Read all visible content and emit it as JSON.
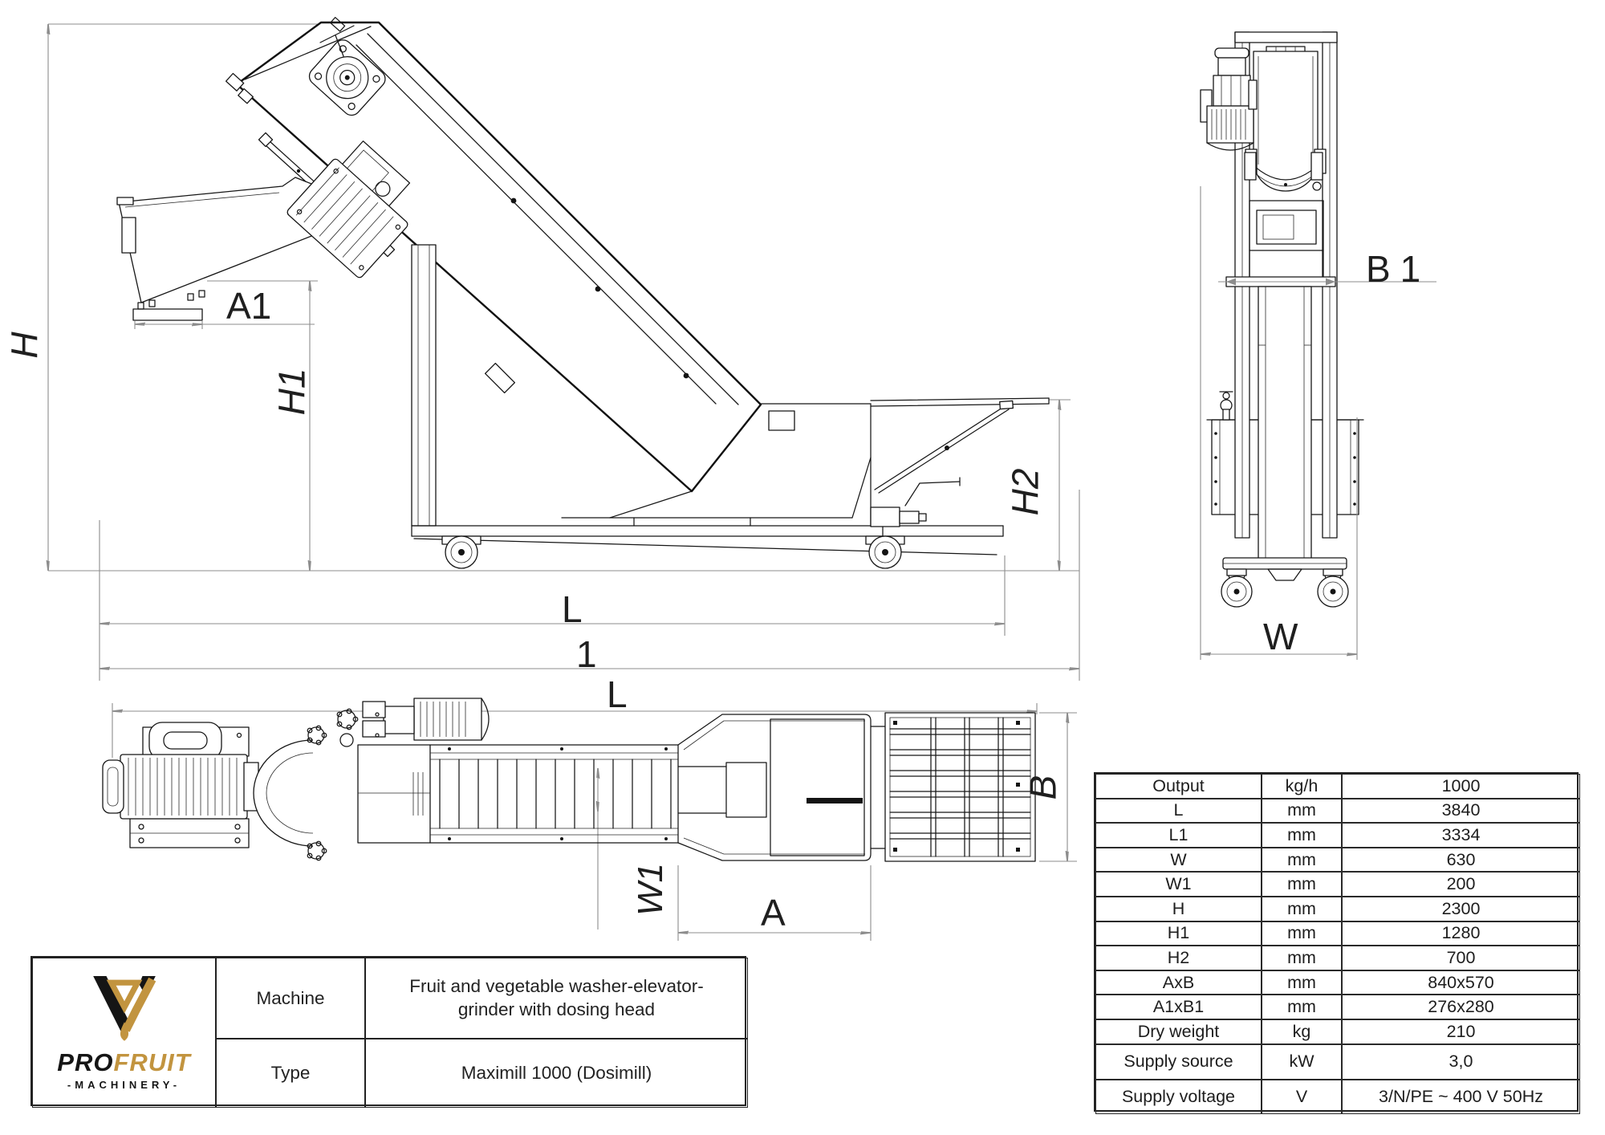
{
  "drawing": {
    "side_view": {
      "labels": {
        "h": "H",
        "a1": "A1",
        "h1": "H1",
        "h2": "H2",
        "l": "L",
        "l1": "1"
      }
    },
    "top_view": {
      "labels": {
        "l": "L",
        "b": "B",
        "w1": "W1",
        "a": "A"
      }
    },
    "front_view": {
      "labels": {
        "b1": "B1",
        "w": "W"
      }
    }
  },
  "logo": {
    "pro": "PRO",
    "fruit": "FRUIT",
    "machinery": "-MACHINERY-",
    "colors": {
      "gold": "#c2943f",
      "black": "#151515"
    }
  },
  "info_table": {
    "machine_label": "Machine",
    "machine_value": "Fruit and vegetable washer-elevator-grinder with dosing head",
    "type_label": "Type",
    "type_value": "Maximill 1000 (Dosimill)"
  },
  "spec_table": {
    "rows": [
      {
        "label": "Output",
        "unit": "kg/h",
        "value": "1000"
      },
      {
        "label": "L",
        "unit": "mm",
        "value": "3840"
      },
      {
        "label": "L1",
        "unit": "mm",
        "value": "3334"
      },
      {
        "label": "W",
        "unit": "mm",
        "value": "630"
      },
      {
        "label": "W1",
        "unit": "mm",
        "value": "200"
      },
      {
        "label": "H",
        "unit": "mm",
        "value": "2300"
      },
      {
        "label": "H1",
        "unit": "mm",
        "value": "1280"
      },
      {
        "label": "H2",
        "unit": "mm",
        "value": "700"
      },
      {
        "label": "AxB",
        "unit": "mm",
        "value": "840x570"
      },
      {
        "label": "A1xB1",
        "unit": "mm",
        "value": "276x280"
      },
      {
        "label": "Dry weight",
        "unit": "kg",
        "value": "210"
      },
      {
        "label": "Supply source",
        "unit": "kW",
        "value": "3,0"
      },
      {
        "label": "Supply voltage",
        "unit": "V",
        "value": "3/N/PE ~ 400 V 50Hz"
      }
    ]
  }
}
